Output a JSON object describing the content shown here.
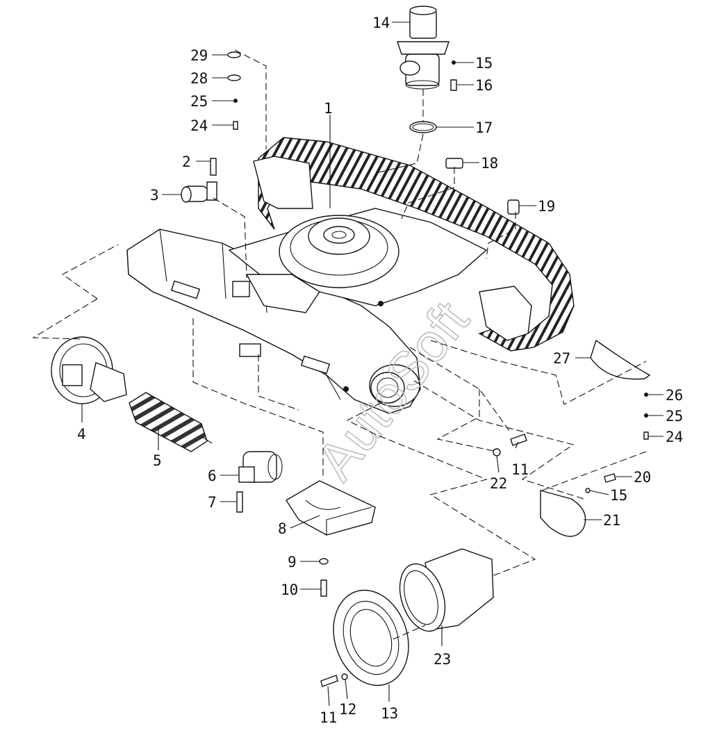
{
  "watermark": "AutoSoft",
  "colors": {
    "line": "#111111",
    "background": "#ffffff",
    "watermark": "#bdbdbd"
  },
  "callouts": [
    {
      "id": "c1",
      "label": "1"
    },
    {
      "id": "c2",
      "label": "2"
    },
    {
      "id": "c3",
      "label": "3"
    },
    {
      "id": "c4",
      "label": "4"
    },
    {
      "id": "c5",
      "label": "5"
    },
    {
      "id": "c6",
      "label": "6"
    },
    {
      "id": "c7",
      "label": "7"
    },
    {
      "id": "c8",
      "label": "8"
    },
    {
      "id": "c9",
      "label": "9"
    },
    {
      "id": "c10",
      "label": "10"
    },
    {
      "id": "c11a",
      "label": "11"
    },
    {
      "id": "c11b",
      "label": "11"
    },
    {
      "id": "c12",
      "label": "12"
    },
    {
      "id": "c13",
      "label": "13"
    },
    {
      "id": "c14",
      "label": "14"
    },
    {
      "id": "c15a",
      "label": "15"
    },
    {
      "id": "c15b",
      "label": "15"
    },
    {
      "id": "c16",
      "label": "16"
    },
    {
      "id": "c17",
      "label": "17"
    },
    {
      "id": "c18",
      "label": "18"
    },
    {
      "id": "c19",
      "label": "19"
    },
    {
      "id": "c20",
      "label": "20"
    },
    {
      "id": "c21",
      "label": "21"
    },
    {
      "id": "c22",
      "label": "22"
    },
    {
      "id": "c23",
      "label": "23"
    },
    {
      "id": "c24a",
      "label": "24"
    },
    {
      "id": "c24b",
      "label": "24"
    },
    {
      "id": "c25a",
      "label": "25"
    },
    {
      "id": "c25b",
      "label": "25"
    },
    {
      "id": "c26",
      "label": "26"
    },
    {
      "id": "c27",
      "label": "27"
    },
    {
      "id": "c28",
      "label": "28"
    },
    {
      "id": "c29",
      "label": "29"
    }
  ]
}
